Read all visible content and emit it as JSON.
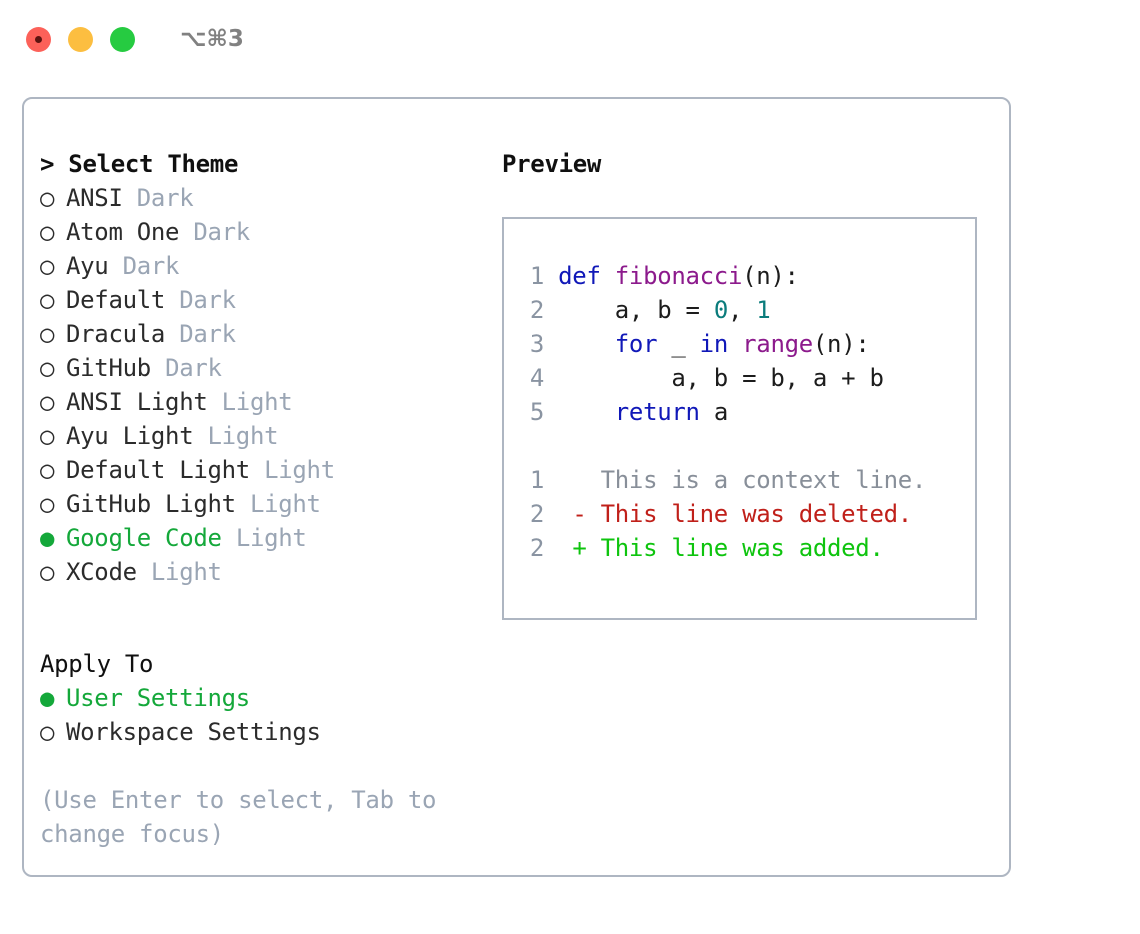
{
  "window": {
    "shortcut_label": "⌥⌘3",
    "traffic_lights": [
      "close",
      "minimize",
      "zoom"
    ]
  },
  "theme_picker": {
    "header": "> Select Theme",
    "marker_selected": "●",
    "marker_unselected": "○",
    "themes": [
      {
        "name": "ANSI",
        "variant": "Dark",
        "selected": false
      },
      {
        "name": "Atom One",
        "variant": "Dark",
        "selected": false
      },
      {
        "name": "Ayu",
        "variant": "Dark",
        "selected": false
      },
      {
        "name": "Default",
        "variant": "Dark",
        "selected": false
      },
      {
        "name": "Dracula",
        "variant": "Dark",
        "selected": false
      },
      {
        "name": "GitHub",
        "variant": "Dark",
        "selected": false
      },
      {
        "name": "ANSI Light",
        "variant": "Light",
        "selected": false
      },
      {
        "name": "Ayu Light",
        "variant": "Light",
        "selected": false
      },
      {
        "name": "Default Light",
        "variant": "Light",
        "selected": false
      },
      {
        "name": "GitHub Light",
        "variant": "Light",
        "selected": false
      },
      {
        "name": "Google Code",
        "variant": "Light",
        "selected": true
      },
      {
        "name": "XCode",
        "variant": "Light",
        "selected": false
      }
    ]
  },
  "apply_to": {
    "header": "Apply To",
    "options": [
      {
        "name": "User Settings",
        "selected": true
      },
      {
        "name": "Workspace Settings",
        "selected": false
      }
    ]
  },
  "hint": "(Use Enter to select, Tab to change focus)",
  "preview": {
    "title": "Preview",
    "code_lines": [
      {
        "number": "1",
        "tokens": [
          {
            "t": "def",
            "c": "kw"
          },
          {
            "t": " ",
            "c": "plain"
          },
          {
            "t": "fibonacci",
            "c": "fn"
          },
          {
            "t": "(n):",
            "c": "plain"
          }
        ]
      },
      {
        "number": "2",
        "tokens": [
          {
            "t": "    a, b = ",
            "c": "plain"
          },
          {
            "t": "0",
            "c": "num"
          },
          {
            "t": ", ",
            "c": "plain"
          },
          {
            "t": "1",
            "c": "num"
          }
        ]
      },
      {
        "number": "3",
        "tokens": [
          {
            "t": "    ",
            "c": "plain"
          },
          {
            "t": "for",
            "c": "kw"
          },
          {
            "t": " _ ",
            "c": "plain"
          },
          {
            "t": "in",
            "c": "kw"
          },
          {
            "t": " ",
            "c": "plain"
          },
          {
            "t": "range",
            "c": "fn"
          },
          {
            "t": "(n):",
            "c": "plain"
          }
        ]
      },
      {
        "number": "4",
        "tokens": [
          {
            "t": "        a, b = b, a + b",
            "c": "plain"
          }
        ]
      },
      {
        "number": "5",
        "tokens": [
          {
            "t": "    ",
            "c": "plain"
          },
          {
            "t": "return",
            "c": "kw"
          },
          {
            "t": " a",
            "c": "plain"
          }
        ]
      }
    ],
    "diff_lines": [
      {
        "number": "1",
        "sign": " ",
        "text": " This is a context line.",
        "kind": "ctx"
      },
      {
        "number": "2",
        "sign": "-",
        "text": " This line was deleted.",
        "kind": "del"
      },
      {
        "number": "2",
        "sign": "+",
        "text": " This line was added.",
        "kind": "add"
      }
    ]
  },
  "colors": {
    "selected_green": "#14a83a",
    "muted_gray": "#9aa5b4",
    "border": "#aeb6c2",
    "keyword_blue": "#1018b8",
    "function_purple": "#8c1a8c",
    "number_teal": "#0b7c7c",
    "diff_deleted": "#c0201a",
    "diff_added": "#0ec40e"
  }
}
